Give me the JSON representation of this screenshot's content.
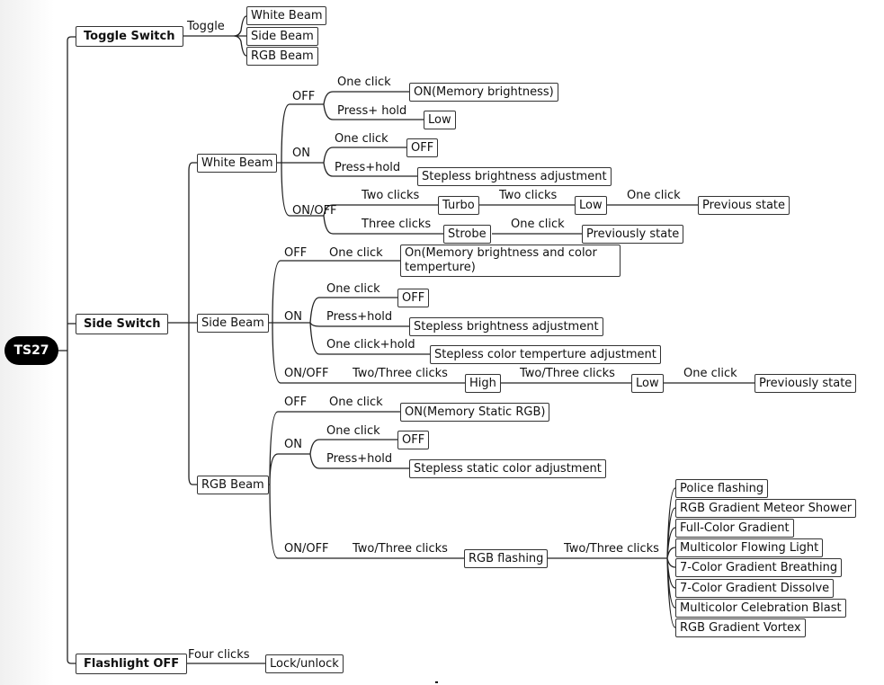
{
  "root": "TS27",
  "branches": {
    "toggle_switch": {
      "title": "Toggle Switch",
      "edge_label": "Toggle",
      "children": [
        "White Beam",
        "Side Beam",
        "RGB Beam"
      ]
    },
    "side_switch": {
      "title": "Side Switch",
      "white_beam": {
        "title": "White Beam",
        "off": {
          "label": "OFF",
          "one_click": "One click",
          "one_click_result": "ON(Memory brightness)",
          "press_hold": "Press+ hold",
          "press_hold_result": "Low"
        },
        "on": {
          "label": "ON",
          "one_click": "One click",
          "one_click_result": "OFF",
          "press_hold": "Press+hold",
          "press_hold_result": "Stepless brightness adjustment"
        },
        "on_off": {
          "label": "ON/OFF",
          "two_clicks": "Two clicks",
          "turbo": "Turbo",
          "two_clicks_2": "Two clicks",
          "low": "Low",
          "one_click": "One click",
          "previous_state": "Previous state",
          "three_clicks": "Three clicks",
          "strobe": "Strobe",
          "one_click_2": "One click",
          "previously_state": "Previously state"
        }
      },
      "side_beam": {
        "title": "Side Beam",
        "off": {
          "label": "OFF",
          "one_click": "One click",
          "one_click_result": "On(Memory brightness and color temperture)"
        },
        "on": {
          "label": "ON",
          "one_click": "One click",
          "one_click_result": "OFF",
          "press_hold": "Press+hold",
          "press_hold_result": "Stepless brightness adjustment",
          "one_click_hold": "One click+hold",
          "one_click_hold_result": "Stepless color temperture adjustment"
        },
        "on_off": {
          "label": "ON/OFF",
          "two_three_clicks": "Two/Three clicks",
          "high": "High",
          "two_three_clicks_2": "Two/Three clicks",
          "low": "Low",
          "one_click": "One click",
          "previously_state": "Previously state"
        }
      },
      "rgb_beam": {
        "title": "RGB Beam",
        "off": {
          "label": "OFF",
          "one_click": "One click",
          "one_click_result": "ON(Memory Static RGB)"
        },
        "on": {
          "label": "ON",
          "one_click": "One click",
          "one_click_result": "OFF",
          "press_hold": "Press+hold",
          "press_hold_result": "Stepless static color adjustment"
        },
        "on_off": {
          "label": "ON/OFF",
          "two_three_clicks": "Two/Three clicks",
          "rgb_flashing": "RGB flashing",
          "two_three_clicks_2": "Two/Three clicks",
          "modes": [
            "Police flashing",
            "RGB Gradient Meteor Shower",
            "Full-Color Gradient",
            "Multicolor Flowing Light",
            "7-Color Gradient Breathing",
            "7-Color Gradient Dissolve",
            "Multicolor Celebration Blast",
            "RGB Gradient Vortex"
          ]
        }
      }
    },
    "flashlight_off": {
      "title": "Flashlight OFF",
      "edge_label": "Four clicks",
      "result": "Lock/unlock"
    }
  }
}
